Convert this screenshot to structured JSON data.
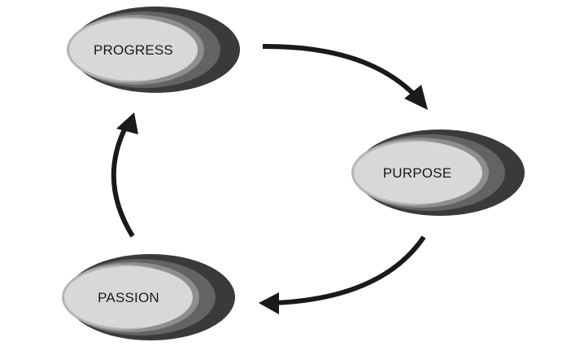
{
  "nodes": [
    {
      "id": "progress",
      "label": "PROGRESS"
    },
    {
      "id": "purpose",
      "label": "PURPOSE"
    },
    {
      "id": "passion",
      "label": "PASSION"
    }
  ],
  "edges": [
    {
      "from": "progress",
      "to": "purpose"
    },
    {
      "from": "purpose",
      "to": "passion"
    },
    {
      "from": "passion",
      "to": "progress"
    }
  ],
  "colors": {
    "layer_outer": "#3a3a3a",
    "layer_2": "#636363",
    "layer_3": "#8e8e8e",
    "layer_4": "#b4b4b4",
    "face": "#d8d8d8",
    "arrow": "#1a1a1a"
  }
}
